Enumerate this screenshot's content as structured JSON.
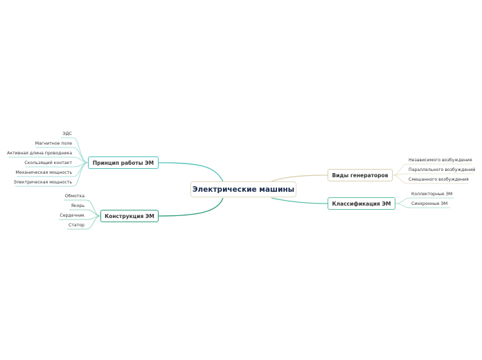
{
  "central": {
    "label": "Электрические машины"
  },
  "branches": {
    "principle": {
      "label": "Принцип работы ЭМ",
      "color": "#4fc1ba",
      "items": [
        "ЭДС",
        "Магнитное поле",
        "Активная длина проводника",
        "Скользящий контакт",
        "Механическая мощность",
        "Электрическая мощность"
      ]
    },
    "construction": {
      "label": "Конструкция ЭМ",
      "color": "#2e9c7e",
      "items": [
        "Обмотка",
        "Якорь",
        "Сердечник",
        "Статор"
      ]
    },
    "generators": {
      "label": "Виды генераторов",
      "color": "#d9cfae",
      "items": [
        "Независимого возбуждения",
        "Параллельного возбуждений",
        "Смешанного возбуждения"
      ]
    },
    "classification": {
      "label": "Классификация ЭМ",
      "color": "#5bc0a8",
      "items": [
        "Коллекторные ЭМ",
        "Синхронные ЭМ"
      ]
    }
  }
}
